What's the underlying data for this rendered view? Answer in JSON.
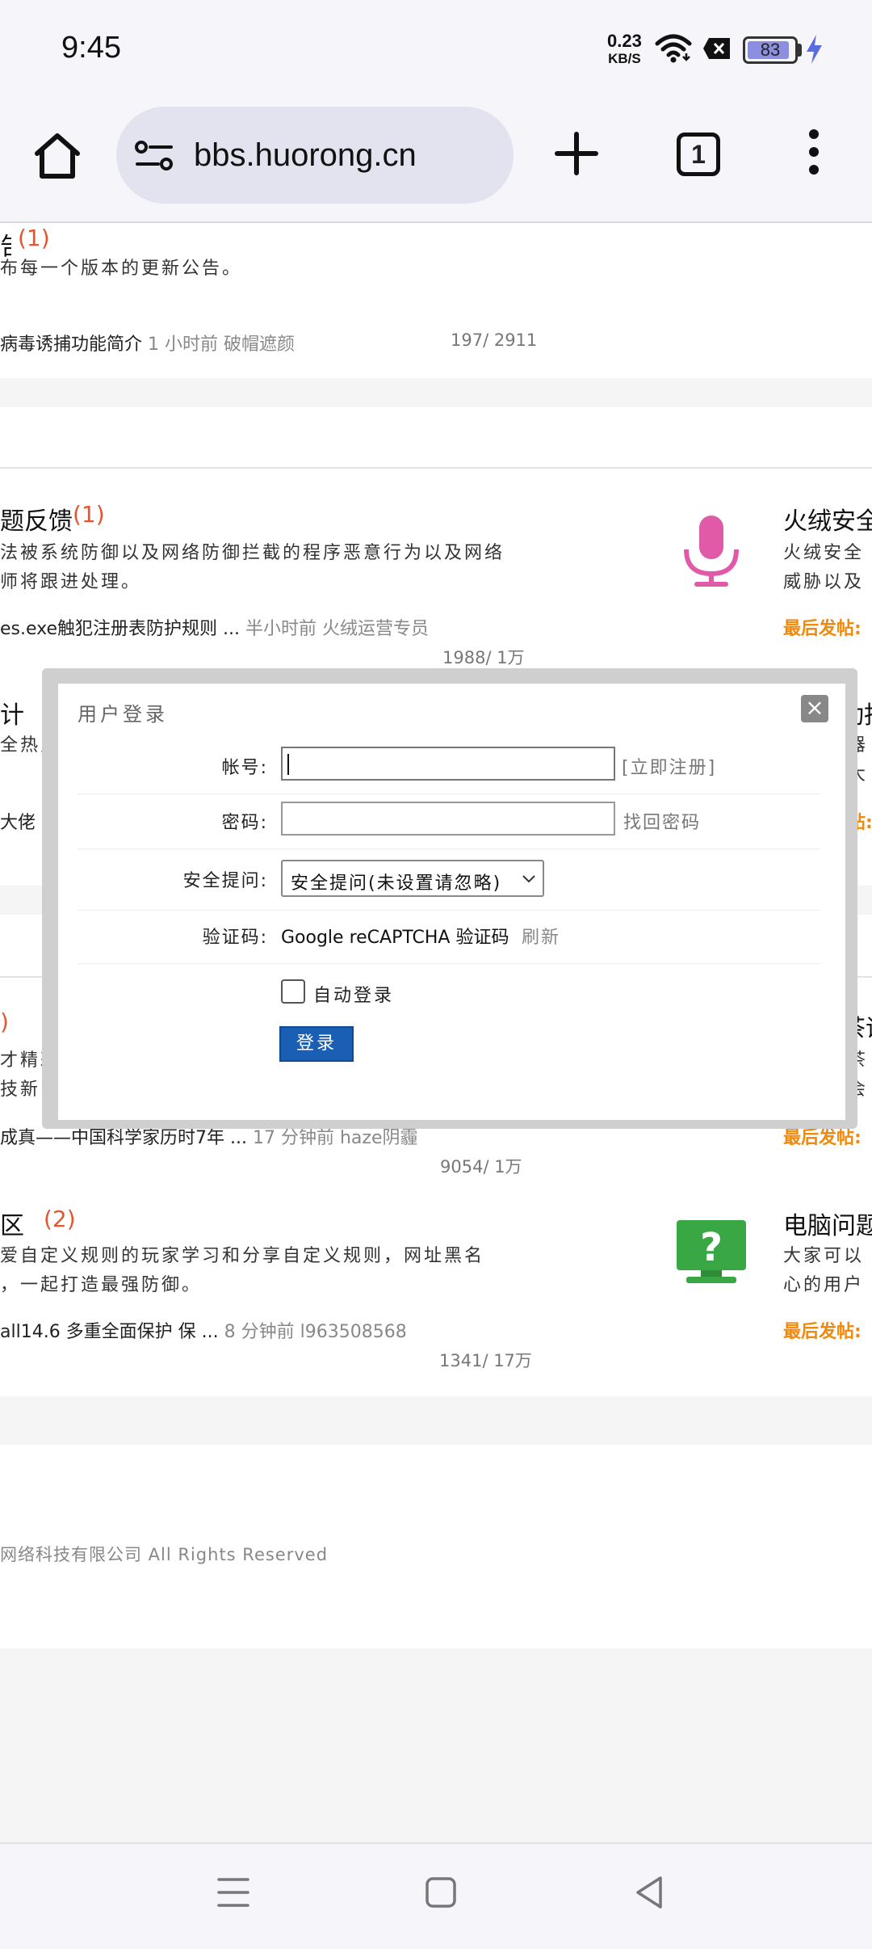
{
  "status_bar": {
    "time": "9:45",
    "net_speed_value": "0.23",
    "net_speed_unit": "KB/S",
    "battery_level": "83",
    "icons": [
      "wifi-icon",
      "x-icon",
      "battery-icon",
      "charging-bolt-icon"
    ]
  },
  "browser": {
    "url": "bbs.huorong.cn",
    "tab_count": "1",
    "icons": [
      "home-icon",
      "site-settings-icon",
      "plus-icon",
      "tabs-icon",
      "more-vert-icon"
    ]
  },
  "forum": {
    "section1": {
      "title": "告",
      "count": "(1)",
      "desc": "布每一个版本的更新公告。",
      "last_post_title": "病毒诱捕功能简介",
      "last_post_meta": "1 小时前 破帽遮颜",
      "stats": "197/ 2911"
    },
    "section2": {
      "title": "题反馈",
      "count": "(1)",
      "desc_line1": "法被系统防御以及网络防御拦截的程序恶意行为以及网络",
      "desc_line2": "师将跟进处理。",
      "last_post_title": "es.exe触犯注册表防护规则 ...",
      "last_post_meta": "半小时前 火绒运营专员",
      "stats": "1988/ 1万",
      "icon": "microphone-icon",
      "right_title": "火绒安全",
      "right_desc1": "火绒安全",
      "right_desc2": "威胁以及",
      "right_last": "最后发帖:"
    },
    "section3": {
      "title": "计",
      "desc": "全热点",
      "last_post_title": "大佬",
      "right_title": "动指",
      "right_desc1": "器",
      "right_desc2": "大",
      "right_last": "帖:"
    },
    "section4": {
      "count": ")",
      "desc_line1": "才精彩",
      "desc_line2": "技新闻",
      "last_post_title": "成真——中国科学家历时7年 ...",
      "last_post_meta": "17 分钟前 haze阴霾",
      "stats": "9054/ 1万",
      "right_title": "茶话",
      "right_desc1": "茶",
      "right_desc2": "会",
      "right_last": "最后发帖:"
    },
    "section5": {
      "title": "区",
      "count": "(2)",
      "desc_line1": "爱自定义规则的玩家学习和分享自定义规则，网址黑名",
      "desc_line2": "，一起打造最强防御。",
      "last_post_title": "all14.6 多重全面保护 保 ...",
      "last_post_meta": "8 分钟前 l963508568",
      "stats": "1341/ 17万",
      "icon": "question-monitor-icon",
      "right_title": "电脑问题",
      "right_desc1": "大家可以",
      "right_desc2": "心的用户",
      "right_last": "最后发帖:"
    },
    "footer": "网络科技有限公司 All Rights Reserved"
  },
  "login_dialog": {
    "title": "用户登录",
    "close_label": "×",
    "account_label": "帐号:",
    "account_value": "",
    "register_link": "[立即注册]",
    "password_label": "密码:",
    "password_value": "",
    "forgot_link": "找回密码",
    "question_label": "安全提问:",
    "question_selected": "安全提问(未设置请忽略)",
    "captcha_label": "验证码:",
    "captcha_text": "Google reCAPTCHA 验证码",
    "refresh_link": "刷新",
    "auto_login_label": "自动登录",
    "auto_login_checked": false,
    "login_button": "登录"
  },
  "nav_bar": {
    "icons": [
      "menu-icon",
      "home-square-icon",
      "back-icon"
    ]
  }
}
